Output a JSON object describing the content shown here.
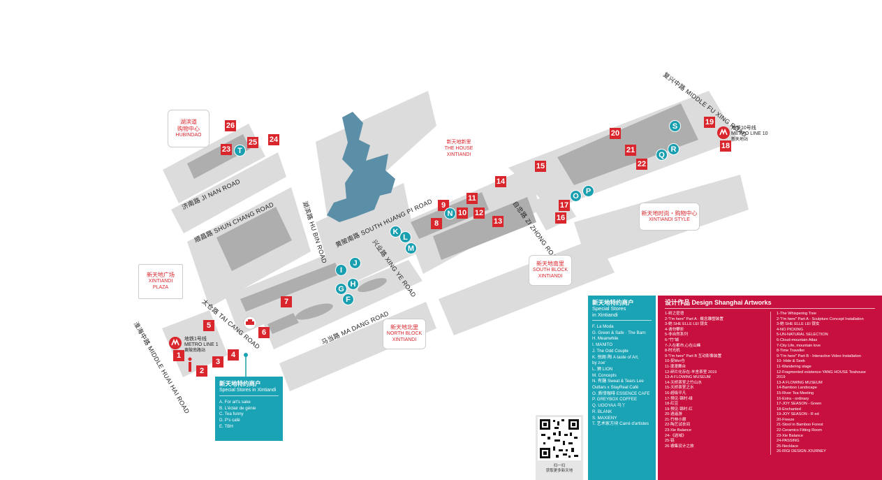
{
  "roads": {
    "middle_fu_xing": "复兴中路 MIDDLE FU XING ROAD",
    "ji_nan": "济南路 JI NAN ROAD",
    "shun_chang": "顺昌路 SHUN CHANG ROAD",
    "hu_bin": "湖滨路 HU BIN ROAD",
    "south_huang_pi": "黄陂南路 SOUTH HUANG PI ROAD",
    "zi_zhong": "自忠路 ZI ZHONG ROAD",
    "xing_ye": "兴业路 XING YE ROAD",
    "tai_cang": "太仓路 TAI CANG ROAD",
    "ma_dang": "马当路 MA DANG ROAD",
    "middle_huai_hai": "淮海中路 MIDDLE HUAI HAI ROAD"
  },
  "places": {
    "hubindao": [
      "湖滨道",
      "购物中心",
      "HUBINDAO"
    ],
    "the_house": [
      "新天地新里",
      "THE HOUSE",
      "XINTIANDI"
    ],
    "xintiandi_style": [
      "新天地时尚・购物中心",
      "XINTIANDI STYLE"
    ],
    "south_block": [
      "新天地南里",
      "SOUTH BLOCK",
      "XINTIANDI"
    ],
    "north_block": [
      "新天地北里",
      "NORTH BLOCK",
      "XINTIANDI"
    ],
    "plaza": [
      "新天地广场",
      "XINTIANDI",
      "PLAZA"
    ]
  },
  "metro": {
    "line10": [
      "地铁10号线",
      "METRO LINE 10",
      "新天地站"
    ],
    "line1": [
      "地铁1号线",
      "METRO LINE 1",
      "黄陂南路站"
    ]
  },
  "markers": {
    "numbers": [
      "1",
      "2",
      "3",
      "4",
      "5",
      "6",
      "7",
      "8",
      "9",
      "10",
      "11",
      "12",
      "13",
      "14",
      "15",
      "16",
      "17",
      "18",
      "19",
      "20",
      "21",
      "22",
      "23",
      "24",
      "25",
      "26"
    ],
    "letters": [
      "F",
      "G",
      "H",
      "I",
      "J",
      "K",
      "L",
      "M",
      "N",
      "O",
      "P",
      "Q",
      "R",
      "S",
      "T"
    ]
  },
  "special_small": {
    "title": "新天地特约商户",
    "subtitle": "Special Stores in Xintiandi",
    "items": [
      "A.  For art's sake",
      "B.  L'éclair de génie",
      "C.  Tea funny",
      "D.  P's café",
      "E.  TBH"
    ]
  },
  "special_big": {
    "title": "新天地特约商户",
    "subtitle1": "Special Stores",
    "subtitle2": "in Xintiandi",
    "items": [
      "F.   La Moda",
      "G.  Green & Safe · The Barn",
      "H.  Meanwhile",
      "I.   MANITO",
      "J.   The Odd Couple",
      "K.  悦阁·陶 A taste of Art,",
      "     by zoe'",
      "L.  狮 LION",
      "M.  Concepts",
      "N.  有膳 Sweat & Tears Lee",
      "     Outlars x StayReal Café",
      "O.  质惜咖啡 ESSENCE CAFE",
      "P.  GREYBOX COFFEE",
      "Q.  UOOYAA 乌丫",
      "R.  BLANK",
      "S.  MAXIENY",
      "T.  艺术家方块 Carré d'artistes"
    ]
  },
  "artworks": {
    "title": "设计作品 Design Shanghai Artworks",
    "zh": [
      "1-树之密语",
      "2-\"I'm here\" Part A · 概念雕塑装置",
      "3-她 SHE ELLE LEI 银女",
      "4-请勿攀折",
      "5-非自然系列",
      "6-\"竹\"城",
      "7-人在都市,心在山峰",
      "8-时光机",
      "9-\"I'm here\" Part B 互动影像装置",
      "10-捉Mer仓",
      "11-漫漫舞台",
      "12-碎片化存在-羊舍茶室 2019",
      "13-A FLOWING MUSEUM",
      "14-天桥茶室之竹山水",
      "15-天桥茶室之水",
      "16-超级平凡",
      "17-预见·锦时·绿",
      "18-红豆",
      "19-预见·锦时·红",
      "20-逍遥游",
      "21-竹林小憩",
      "22-陶艺试衣间",
      "23-Xie Balance",
      "24-《逍域》",
      "25-链",
      "26-睿集设计之旅"
    ],
    "en": [
      "1-The Whispering Tree",
      "2-\"I'm here\" Part A - Sculpture Concept Installation",
      "3-她 SHE ELLE LEI 银女",
      "4-NO PICKING",
      "5-UN-NATURAL SELECTION",
      "6-Cloud-mountain Atlas",
      "7-City Life, mountain love",
      "8-Time Traveller",
      "9-\"I'm here\" Part B - Interactive Video Installation",
      "10- Hide & Seek",
      "11-Wandering stage",
      "12-Fragmented existence-YANG HOUSE Teahouse 2019",
      "13-A FLOWING MUSEUM",
      "14-Bamboo Landscape",
      "15-River Tea Meeting",
      "16-Extra - ordinary",
      "17-JOY SEASON - Green",
      "18-Enchanted",
      "19-JOY SEASON - R ed",
      "20-Freeze",
      "21-Stool in Bamboo Forest",
      "22-Ceramics Fitting Room",
      "23-Xie Balance",
      "24-PASSING",
      "25-Necklace",
      "26-RIGI DESIGN JOURNEY"
    ]
  },
  "qr": {
    "line1": "扫一扫",
    "line2": "获取更多新天地"
  },
  "colors": {
    "marker_red": "#d9262c",
    "marker_teal": "#1a9fb0",
    "panel_teal": "#1aa2b5",
    "panel_red": "#c8103e",
    "block": "#d9d9d9",
    "building": "#b5b5b5",
    "water": "#5b8fa8"
  }
}
